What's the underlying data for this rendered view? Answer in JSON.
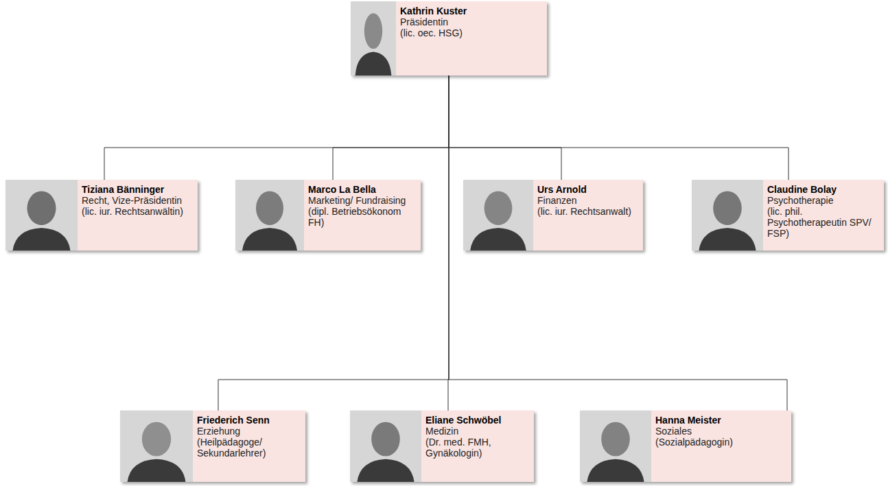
{
  "diagram": {
    "nodes": [
      {
        "text": [
          "Kathrin Kuster",
          "Präsidentin",
          "(lic. oec. HSG)"
        ]
      },
      {
        "text": [
          "Tiziana Bänninger",
          "Recht, Vize-Präsidentin",
          "(lic. iur. Rechtsanwältin)"
        ]
      },
      {
        "text": [
          "Marco La Bella",
          "Marketing/ Fundraising",
          "(dipl. Betriebsökonom FH)"
        ]
      },
      {
        "text": [
          "Urs Arnold",
          "Finanzen",
          "(lic. iur. Rechtsanwalt)"
        ]
      },
      {
        "text": [
          "Claudine Bolay",
          "Psychotherapie",
          "(lic. phil. Psychotherapeutin SPV/ FSP)"
        ]
      },
      {
        "text": [
          "Friederich Senn",
          "Erziehung",
          "(Heilpädagoge/ Sekundarlehrer)"
        ]
      },
      {
        "text": [
          "Eliane Schwöbel",
          "Medizin",
          "(Dr. med. FMH, Gynäkologin)"
        ]
      },
      {
        "text": [
          "Hanna Meister",
          "Soziales",
          "(Sozialpädagogin)"
        ]
      }
    ],
    "edges": [
      {
        "from": 0,
        "to": 1,
        "arrow": "none"
      },
      {
        "from": 0,
        "to": 2,
        "arrow": "none"
      },
      {
        "from": 0,
        "to": 3,
        "arrow": "none"
      },
      {
        "from": 0,
        "to": 4,
        "arrow": "none"
      },
      {
        "from": 0,
        "to": 5,
        "arrow": "none"
      },
      {
        "from": 0,
        "to": 6,
        "arrow": "none"
      },
      {
        "from": 0,
        "to": 7,
        "arrow": "none"
      }
    ]
  }
}
